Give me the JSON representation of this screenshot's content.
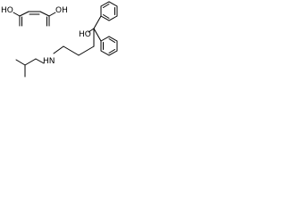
{
  "maleic_acid": {
    "oh_left": "HO",
    "oh_right": "OH"
  },
  "main_molecule": {
    "hydroxyl": "HO",
    "amine": "HN"
  }
}
